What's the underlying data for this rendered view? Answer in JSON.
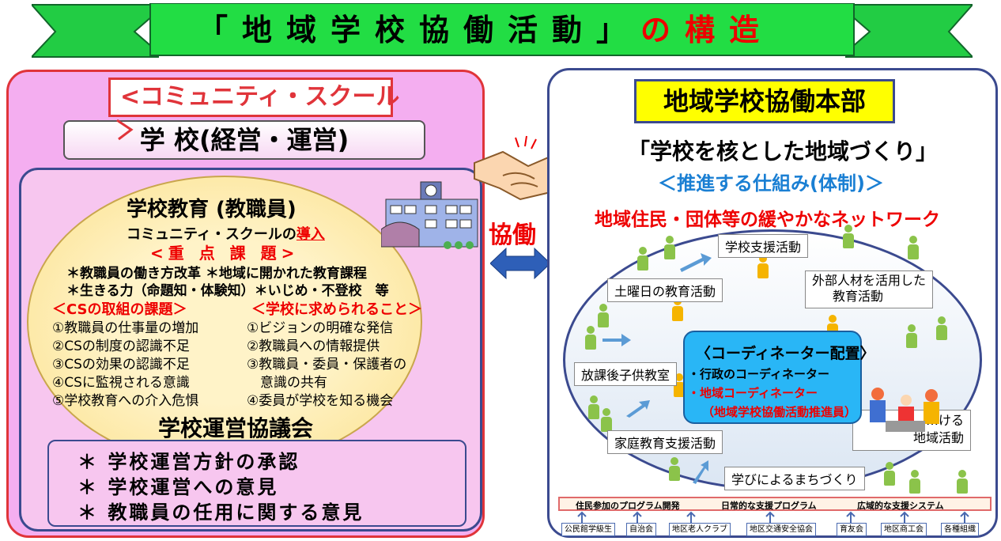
{
  "title": {
    "main": "「地域学校協働活動」",
    "suffix": "の構造"
  },
  "colors": {
    "banner": "#22cc44",
    "left_panel": "#f4aef0",
    "hq_yellow": "#ffff00",
    "coordinator_blue": "#29b6f6",
    "accent_red": "#e00000"
  },
  "left": {
    "cs_label": "<コミュニティ・スクール",
    "school": "学 校(経営・運営)",
    "edu_title": "学校教育 (教職員)",
    "edu_intro": "コミュニティ・スクールの",
    "edu_intro_red": "導入",
    "priority_title": "<重 点 課 題>",
    "priorities": [
      "＊教職員の働き方改革 ＊地域に開かれた教育課程",
      "＊生きる力（命題知・体験知）＊いじめ・不登校　等"
    ],
    "cs_issues_title": "＜CSの取組の課題＞",
    "cs_issues": [
      "①教職員の仕事量の増加",
      "②CSの制度の認識不足",
      "③CSの効果の認識不足",
      "④CSに監視される意識",
      "⑤学校教育への介入危惧"
    ],
    "school_needs_title": "＜学校に求められること＞",
    "school_needs": [
      "①ビジョンの明確な発信",
      "②教職員への情報提供",
      "③教職員・委員・保護者の",
      "　意識の共有",
      "④委員が学校を知る機会"
    ],
    "council_title": "学校運営協議会",
    "council_items": [
      "＊ 学校運営方針の承認",
      "＊ 学校運営への意見",
      "＊ 教職員の任用に関する意見"
    ]
  },
  "middle": {
    "collab": "協働"
  },
  "right": {
    "hq": "地域学校協働本部",
    "slogan": "「学校を核とした地域づくり」",
    "mechanism": "＜推進する仕組み(体制)＞",
    "network": "地域住民・団体等の緩やかなネットワーク",
    "activities": {
      "support": "学校支援活動",
      "weekend": "土曜日の教育活動",
      "external": "外部人材を活用した",
      "external2": "教育活動",
      "afterschool": "放課後子供教室",
      "family": "家庭教育支援活動",
      "town": "学びによるまちづくり",
      "community": "…ける",
      "community2": "地域活動"
    },
    "coordinator": {
      "title": "〈コーディネーター配置〉",
      "line1": "・行政のコーディネーター",
      "line2": "・地域コーディネーター",
      "line3": "（地域学校協働活動推進員）"
    },
    "bottom_bar": [
      "住民参加のプログラム開発",
      "日常的な支援プログラム",
      "広域的な支援システム"
    ],
    "organizations": [
      "公民館学級生",
      "自治会",
      "地区老人クラブ",
      "地区交通安全協会",
      "育友会",
      "地区商工会",
      "各種組織"
    ]
  }
}
